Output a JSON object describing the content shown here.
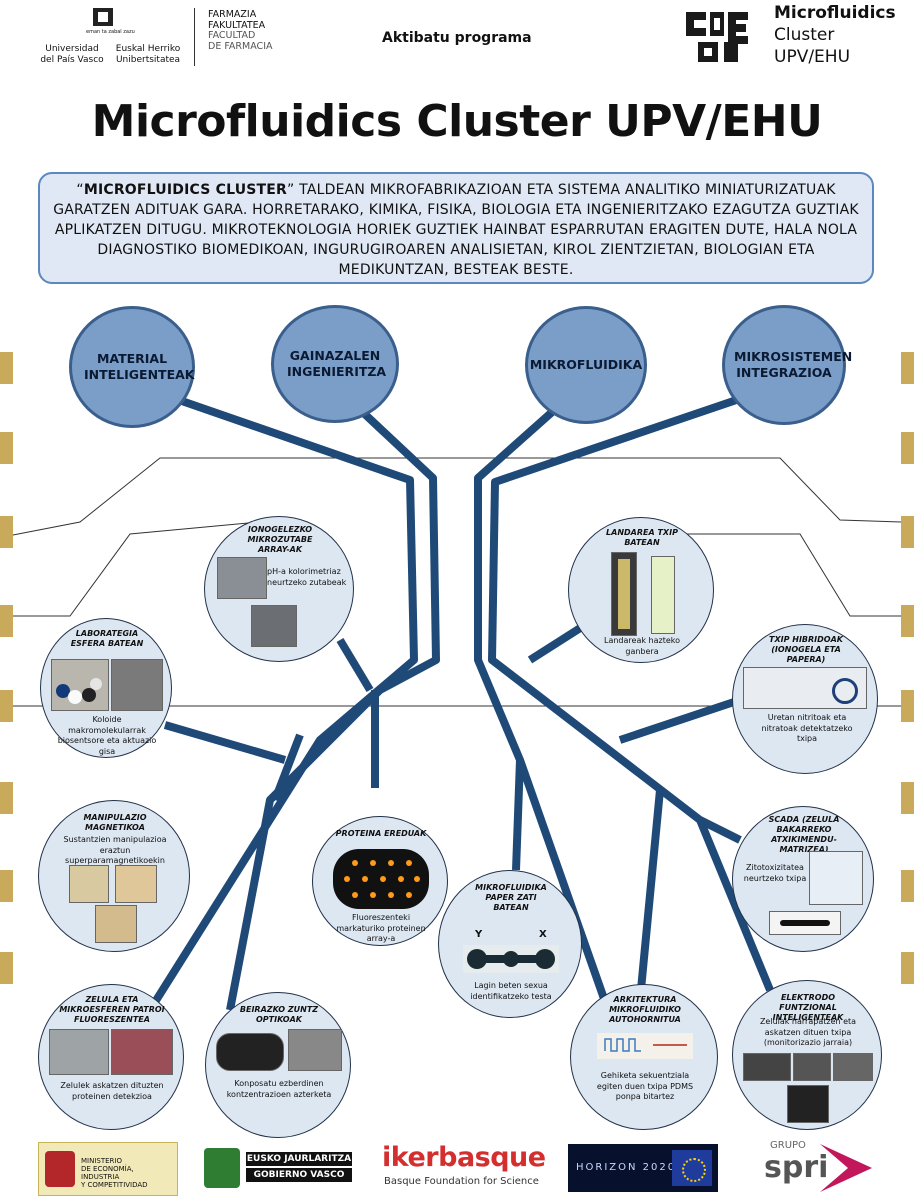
{
  "header": {
    "upv_motto": "eman ta zabal zazu",
    "upv_name_es": "Universidad\ndel País Vasco",
    "upv_name_eu": "Euskal Herriko\nUnibertsitatea",
    "faculty_eu_1": "FARMAZIA",
    "faculty_eu_2": "FAKULTATEA",
    "faculty_es_1": "FACULTAD",
    "faculty_es_2": "DE FARMACIA",
    "program": "Aktibatu programa",
    "cluster_line1": "Microfluidics",
    "cluster_line2": "Cluster",
    "cluster_line3": "UPV/EHU"
  },
  "title": "Microfluidics Cluster UPV/EHU",
  "intro": {
    "quote_open": "“",
    "highlight": "MICROFLUIDICS CLUSTER",
    "text": "” TALDEAN MIKROFABRIKAZIOAN ETA SISTEMA ANALITIKO MINIATURIZATUAK GARATZEN ADITUAK GARA. HORRETARAKO, KIMIKA, FISIKA, BIOLOGIA ETA INGENIERITZAKO EZAGUTZA GUZTIAK APLIKATZEN DITUGU. MIKROTEKNOLOGIA HORIEK GUZTIEK HAINBAT ESPARRUTAN ERAGITEN DUTE, HALA NOLA DIAGNOSTIKO BIOMEDIKOAN, INGURUGIROAREN ANALISIETAN, KIROL ZIENTZIETAN, BIOLOGIAN ETA MEDIKUNTZAN, BESTEAK BESTE."
  },
  "pillars": [
    {
      "label": "MATERIAL INTELIGENTEAK"
    },
    {
      "label": "GAINAZALEN INGENIERITZA"
    },
    {
      "label": "MIKROFLUIDIKA"
    },
    {
      "label": "MIKROSISTEMEN INTEGRAZIOA"
    }
  ],
  "themes": {
    "ionogel": {
      "title": "IONOGELEZKO MIKROZUTABE ARRAY-AK",
      "caption": "pH-a kolorimetriaz neurtzeko zutabeak"
    },
    "landarea": {
      "title": "LANDAREA TXIP BATEAN",
      "caption": "Landareak hazteko ganbera"
    },
    "laboratory": {
      "title": "LABORATEGIA ESFERA BATEAN",
      "caption": "Koloide makromolekularrak biosentsore eta aktuazio gisa"
    },
    "hybrid": {
      "title": "TXIP HIBRIDOAK (IONOGELA ETA PAPERA)",
      "caption": "Uretan nitritoak eta nitratoak detektatzeko txipa"
    },
    "magnetic": {
      "title": "MANIPULAZIO MAGNETIKOA",
      "caption": "Sustantzien manipulazioa eraztun superparamagnetikoekin"
    },
    "protein": {
      "title": "PROTEINA EREDUAK",
      "caption": "Fluoreszenteki markaturiko proteinen array-a"
    },
    "scada": {
      "title": "SCADA (ZELULA BAKARREKO ATXIKIMENDU-MATRIZEA)",
      "caption": "Zitotoxizitatea neurtzeko txipa"
    },
    "paper": {
      "title": "MIKROFLUIDIKA PAPER ZATI BATEAN",
      "caption": "Lagin beten sexua identifikatzeko testa",
      "label_y": "Y",
      "label_x": "X"
    },
    "cell": {
      "title": "ZELULA ETA MIKROESFEREN PATROI FLUORESZENTEA",
      "caption": "Zelulek askatzen dituzten proteinen detekzioa"
    },
    "optical": {
      "title": "BEIRAZKO ZUNTZ OPTIKOAK",
      "caption": "Konposatu ezberdinen kontzentrazioen azterketa"
    },
    "architecture": {
      "title": "ARKITEKTURA MIKROFLUIDIKO AUTOHORNITUA",
      "caption": "Gehiketa sekuentziala egiten duen txipa PDMS ponpa bitartez"
    },
    "electrode": {
      "title": "ELEKTRODO FUNTZIONAL INTELIGENTEAK",
      "caption": "Zelulak harrapatzen eta askatzen dituen txipa (monitorizazio jarraia)"
    }
  },
  "footer": {
    "ministerio": "MINISTERIO\nDE ECONOMÍA, INDUSTRIA\nY COMPETITIVIDAD",
    "eusko_1": "EUSKO JAURLARITZA",
    "eusko_2": "GOBIERNO VASCO",
    "ikerbasque": "ikerbasque",
    "ikerbasque_sub": "Basque Foundation for Science",
    "horizon": "HORIZON 2020",
    "grupo": "GRUPO",
    "spri": "spri"
  },
  "colors": {
    "line": "#1f4a78",
    "pillar": "#7b9ec9",
    "theme": "#dde7f2",
    "tab": "#c9a95a"
  }
}
